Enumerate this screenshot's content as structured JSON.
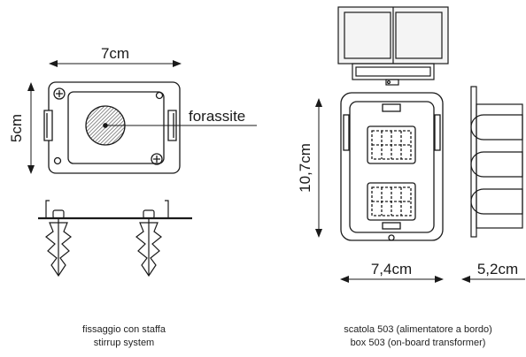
{
  "left": {
    "width_label": "7cm",
    "height_label": "5cm",
    "callout_label": "forassite",
    "caption_line1": "fissaggio con staffa",
    "caption_line2": "stirrup system"
  },
  "right": {
    "height_label": "10,7cm",
    "width_label": "7,4cm",
    "depth_label": "5,2cm",
    "caption_line1": "scatola 503 (alimentatore a bordo)",
    "caption_line2": "box 503 (on-board transformer)"
  },
  "colors": {
    "line": "#1a1a1a",
    "hatch": "#555555"
  }
}
